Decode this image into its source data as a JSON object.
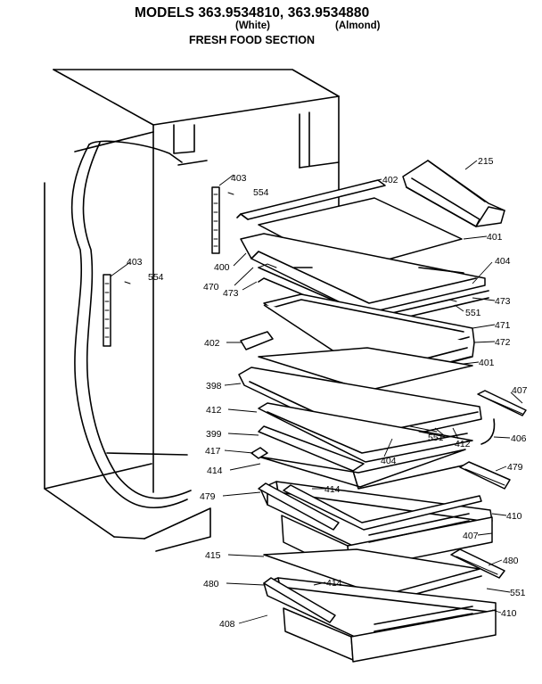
{
  "header": {
    "title": "MODELS 363.9534810, 363.9534880",
    "color_white": "(White)",
    "color_almond": "(Almond)",
    "section": "FRESH FOOD SECTION"
  },
  "parts": {
    "p215": "215",
    "p402a": "402",
    "p403a": "403",
    "p554a": "554",
    "p401a": "401",
    "p403b": "403",
    "p554b": "554",
    "p400": "400",
    "p404a": "404",
    "p470": "470",
    "p473a": "473",
    "p473b": "473",
    "p551a": "551",
    "p471": "471",
    "p402b": "402",
    "p472": "472",
    "p401b": "401",
    "p398": "398",
    "p407a": "407",
    "p412a": "412",
    "p399": "399",
    "p551b": "551",
    "p412b": "412",
    "p406": "406",
    "p417": "417",
    "p404b": "404",
    "p414a": "414",
    "p479a": "479",
    "p414b": "414",
    "p479b": "479",
    "p410a": "410",
    "p407b": "407",
    "p415": "415",
    "p480a": "480",
    "p480b": "480",
    "p414c": "414",
    "p551c": "551",
    "p408": "408",
    "p410b": "410"
  }
}
